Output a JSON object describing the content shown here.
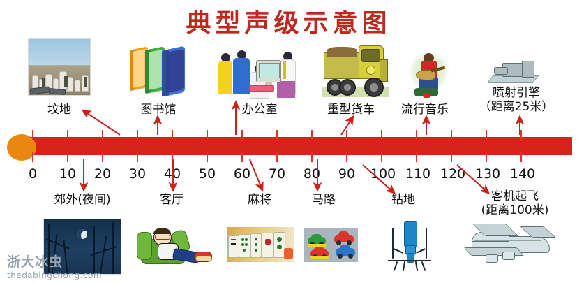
{
  "title": "典型声级示意图",
  "axis": {
    "unit_implied": "dB",
    "min": 0,
    "max": 140,
    "step": 10,
    "tick_labels": [
      "0",
      "10",
      "20",
      "30",
      "40",
      "50",
      "60",
      "70",
      "80",
      "90",
      "100",
      "110",
      "120",
      "130",
      "140"
    ],
    "bar_color": "#d6231b",
    "tick_color": "#e3342c",
    "knob_color": "#e8880f"
  },
  "colors": {
    "title": "#c0281e",
    "arrow": "#cc2018",
    "label_text": "#111111"
  },
  "top_items": [
    {
      "label": "坟地",
      "value": 25,
      "icon": "cemetery-photo"
    },
    {
      "label": "图书馆",
      "value": 35,
      "icon": "books-icon"
    },
    {
      "label": "办公室",
      "value": 58,
      "icon": "office-people-icon"
    },
    {
      "label": "重型货车",
      "value": 85,
      "icon": "dump-truck-icon"
    },
    {
      "label": "流行音乐",
      "value": 105,
      "icon": "guitarist-icon"
    },
    {
      "label": "喷射引擎\n（距离25米）",
      "value": 130,
      "icon": "jet-engine-icon"
    }
  ],
  "bottom_items": [
    {
      "label": "郊外(夜间)",
      "value": 20,
      "icon": "night-countryside-photo"
    },
    {
      "label": "客厅",
      "value": 42,
      "icon": "living-room-sofa-icon"
    },
    {
      "label": "麻将",
      "value": 65,
      "icon": "mahjong-tiles-photo"
    },
    {
      "label": "马路",
      "value": 80,
      "icon": "street-cars-icon"
    },
    {
      "label": "钻地",
      "value": 100,
      "icon": "jackhammer-icon"
    },
    {
      "label": "客机起飞\n(距离100米)",
      "value": 122,
      "icon": "airliner-icon"
    }
  ],
  "watermark": {
    "text": "浙大冰虫",
    "url": "thedabingchong.com"
  }
}
